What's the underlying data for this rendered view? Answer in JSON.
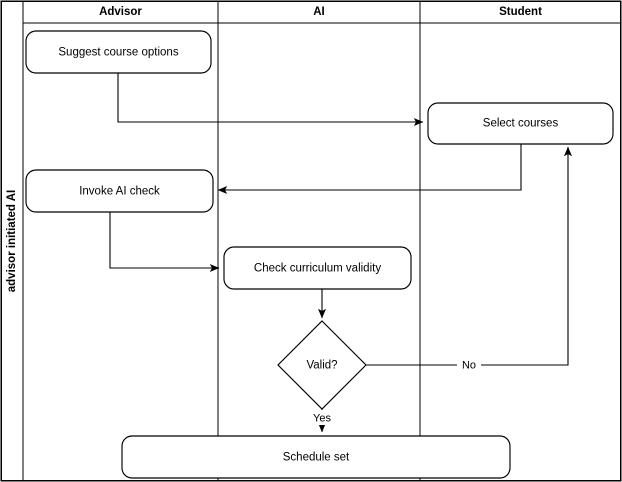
{
  "diagram": {
    "type": "swimlane-flowchart",
    "pool_label": "advisor initiated AI",
    "lanes": [
      {
        "id": "advisor",
        "label": "Advisor"
      },
      {
        "id": "ai",
        "label": "AI"
      },
      {
        "id": "student",
        "label": "Student"
      }
    ],
    "nodes": [
      {
        "id": "suggest-course-options",
        "label": "Suggest course options",
        "shape": "rounded-rectangle",
        "lane": "advisor"
      },
      {
        "id": "select-courses",
        "label": "Select courses",
        "shape": "rounded-rectangle",
        "lane": "student"
      },
      {
        "id": "invoke-ai-check",
        "label": "Invoke AI check",
        "shape": "rounded-rectangle",
        "lane": "advisor"
      },
      {
        "id": "check-curriculum-validity",
        "label": "Check curriculum validity",
        "shape": "rounded-rectangle",
        "lane": "ai"
      },
      {
        "id": "valid-decision",
        "label": "Valid?",
        "shape": "diamond",
        "lane": "ai"
      },
      {
        "id": "schedule-set",
        "label": "Schedule set",
        "shape": "rounded-rectangle",
        "lane": "advisor-ai-student"
      }
    ],
    "edges": [
      {
        "id": "edge-suggest-to-select",
        "from": "suggest-course-options",
        "to": "select-courses",
        "label": ""
      },
      {
        "id": "edge-select-to-invoke",
        "from": "select-courses",
        "to": "invoke-ai-check",
        "label": ""
      },
      {
        "id": "edge-invoke-to-check",
        "from": "invoke-ai-check",
        "to": "check-curriculum-validity",
        "label": ""
      },
      {
        "id": "edge-check-to-valid",
        "from": "check-curriculum-validity",
        "to": "valid-decision",
        "label": ""
      },
      {
        "id": "edge-valid-no",
        "from": "valid-decision",
        "to": "select-courses",
        "label": "No"
      },
      {
        "id": "edge-valid-yes",
        "from": "valid-decision",
        "to": "schedule-set",
        "label": "Yes"
      }
    ],
    "colors": {
      "stroke": "#000000",
      "fill": "#ffffff",
      "background": "#ffffff"
    }
  }
}
